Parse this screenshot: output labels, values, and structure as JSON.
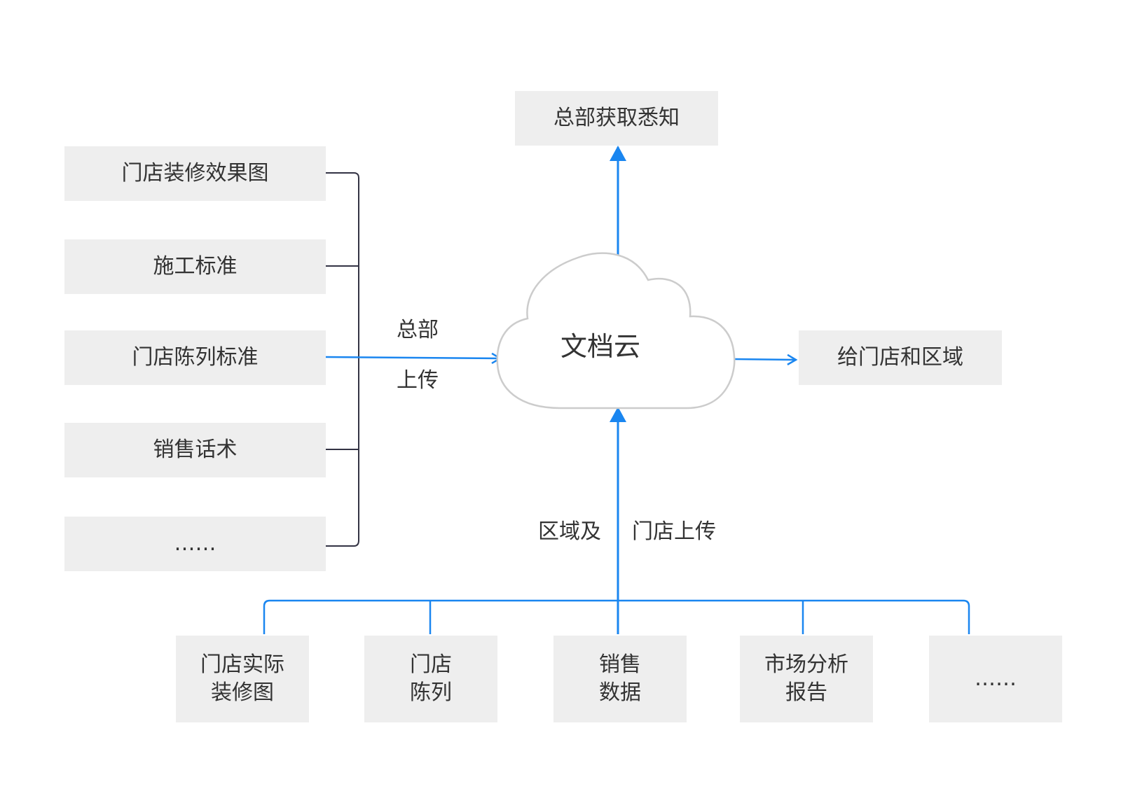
{
  "center": {
    "label": "文档云"
  },
  "top_box": {
    "label": "总部获取悉知"
  },
  "right_box": {
    "label": "给门店和区域"
  },
  "left_boxes": [
    {
      "label": "门店装修效果图"
    },
    {
      "label": "施工标准"
    },
    {
      "label": "门店陈列标准"
    },
    {
      "label": "销售话术"
    },
    {
      "label": "……"
    }
  ],
  "left_edge_label": {
    "line1": "总部",
    "line2": "上传"
  },
  "bottom_edge_label": {
    "left": "区域及",
    "right": "门店上传"
  },
  "bottom_boxes": [
    {
      "line1": "门店实际",
      "line2": "装修图"
    },
    {
      "line1": "门店",
      "line2": "陈列"
    },
    {
      "line1": "销售",
      "line2": "数据"
    },
    {
      "line1": "市场分析",
      "line2": "报告"
    },
    {
      "line1": "……",
      "line2": ""
    }
  ],
  "colors": {
    "arrow": "#1a86f0",
    "bracket": "#333344",
    "box_fill": "#eeeeee",
    "cloud_stroke": "#cccccc"
  }
}
